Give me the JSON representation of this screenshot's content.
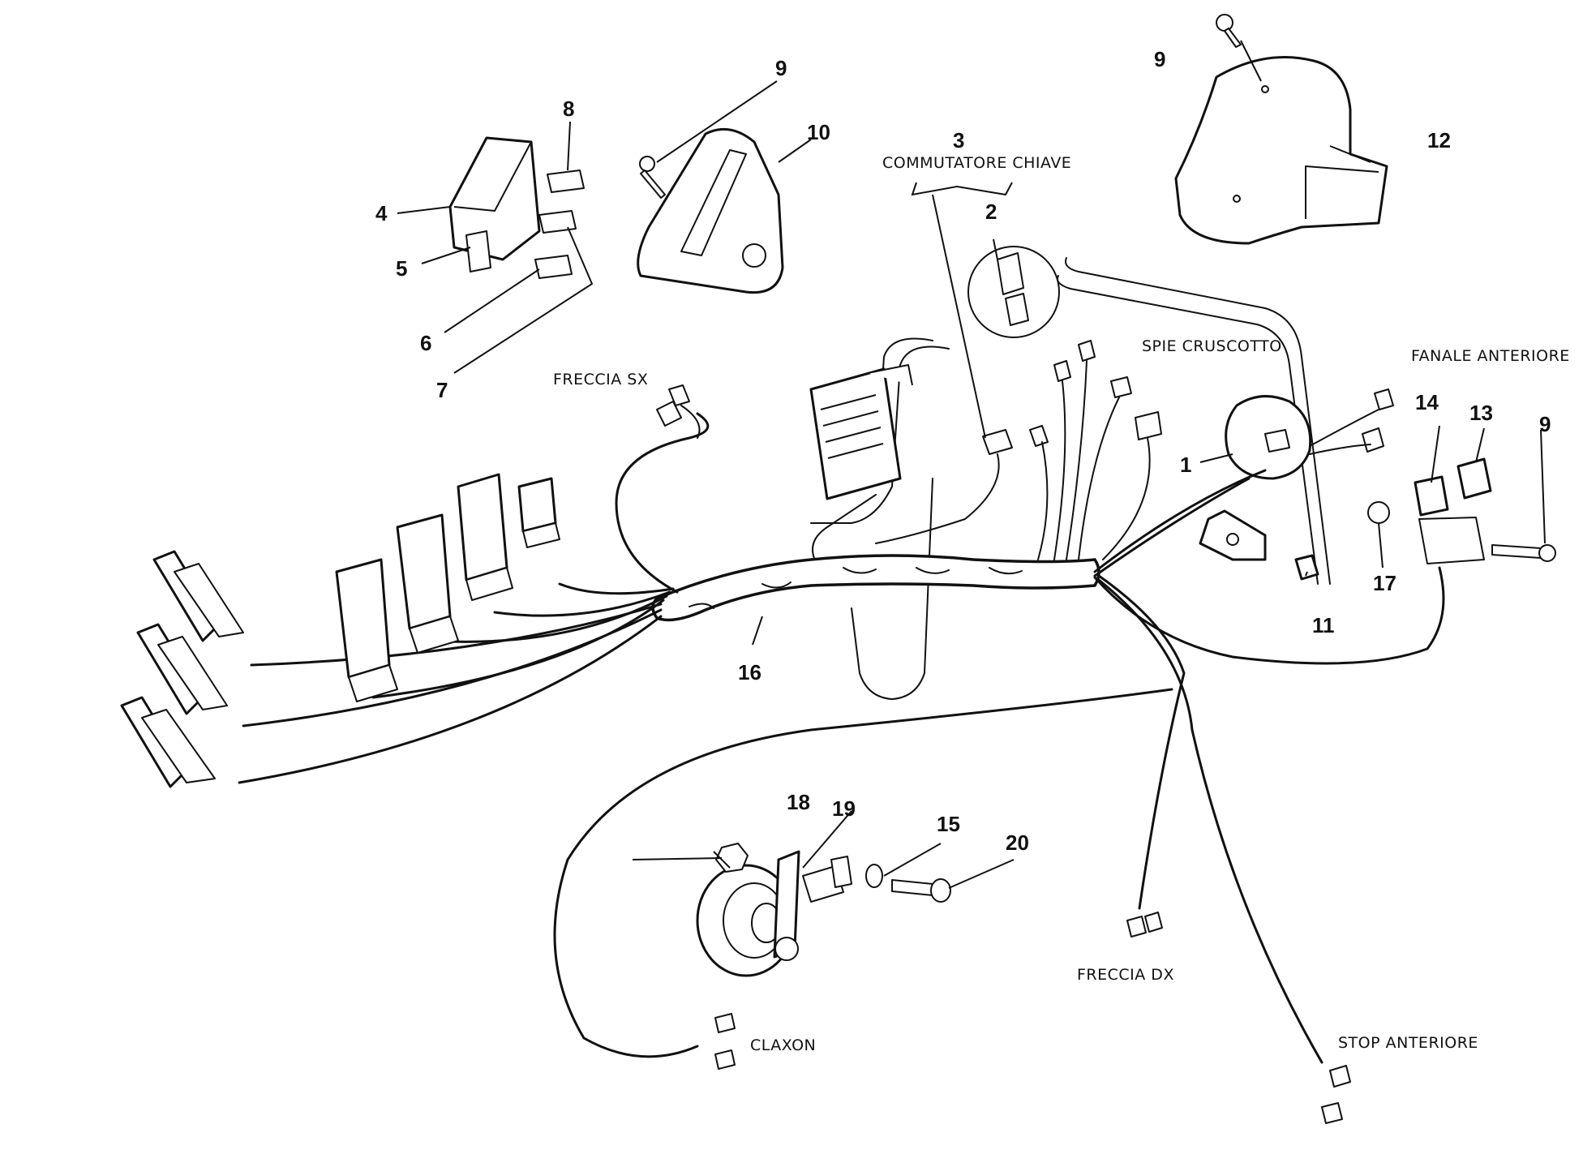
{
  "labels": {
    "commutatore_chiave": "COMMUTATORE CHIAVE",
    "spie_cruscotto": "SPIE CRUSCOTTO",
    "fanale_anteriore": "FANALE ANTERIORE",
    "freccia_sx": "FRECCIA SX",
    "freccia_dx": "FRECCIA DX",
    "claxon": "CLAXON",
    "stop_anteriore": "STOP ANTERIORE"
  },
  "callouts": {
    "n1": "1",
    "n2": "2",
    "n3": "3",
    "n4": "4",
    "n5": "5",
    "n6": "6",
    "n7": "7",
    "n8": "8",
    "n9a": "9",
    "n9b": "9",
    "n9c": "9",
    "n10": "10",
    "n11": "11",
    "n12": "12",
    "n13": "13",
    "n14": "14",
    "n15": "15",
    "n16": "16",
    "n17": "17",
    "n18": "18",
    "n19": "19",
    "n20": "20"
  }
}
